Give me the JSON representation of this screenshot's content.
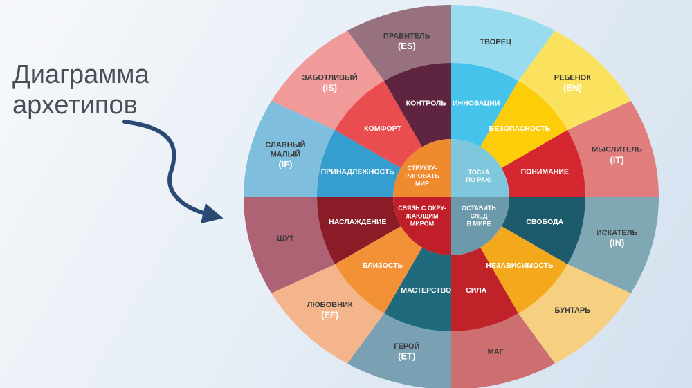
{
  "title": {
    "line1": "Диаграмма",
    "line2": "архетипов"
  },
  "wheel": {
    "center": {
      "top_left": [
        "СТРУКТУ-",
        "РИРОВАТЬ",
        "МИР"
      ],
      "top_right": [
        "ТОСКА",
        "ПО РАЮ"
      ],
      "bottom_left": [
        "СВЯЗЬ С ОКРУ-",
        "ЖАЮЩИМ",
        "МИРОМ"
      ],
      "bottom_right": [
        "ОСТАВИТЬ",
        "СЛЕД",
        "В МИРЕ"
      ]
    },
    "middle": [
      "ИННОВАЦИИ",
      "БЕЗОПАСНОСТЬ",
      "ПОНИМАНИЕ",
      "СВОБОДА",
      "НЕЗАВИСИМОСТЬ",
      "СИЛА",
      "МАСТЕРСТВО",
      "БЛИЗОСТЬ",
      "НАСЛАЖДЕНИЕ",
      "ПРИНАДЛЕЖНОСТЬ",
      "КОМФОРТ",
      "КОНТРОЛЬ"
    ],
    "outer": [
      {
        "lines": [
          "ТВОРЕЦ"
        ]
      },
      {
        "lines": [
          "РЕБЕНОК"
        ],
        "code": "(EN)"
      },
      {
        "lines": [
          "МЫСЛИТЕЛЬ"
        ],
        "code": "(IT)"
      },
      {
        "lines": [
          "ИСКАТЕЛЬ"
        ],
        "code": "(IN)"
      },
      {
        "lines": [
          "БУНТАРЬ"
        ]
      },
      {
        "lines": [
          "МАГ"
        ]
      },
      {
        "lines": [
          "ГЕРОЙ"
        ],
        "code": "(ET)"
      },
      {
        "lines": [
          "ЛЮБОВНИК"
        ],
        "code": "(EF)"
      },
      {
        "lines": [
          "ШУТ"
        ]
      },
      {
        "lines": [
          "СЛАВНЫЙ",
          "МАЛЫЙ"
        ],
        "code": "(IF)"
      },
      {
        "lines": [
          "ЗАБОТЛИВЫЙ"
        ],
        "code": "(IS)"
      },
      {
        "lines": [
          "ПРАВИТЕЛЬ"
        ],
        "code": "(ES)"
      }
    ]
  },
  "colors": {
    "outer": [
      "#99dcef",
      "#fbe25e",
      "#e07e7e",
      "#7fa7b4",
      "#f7cf80",
      "#cd6f71",
      "#7aa0b4",
      "#f5b58c",
      "#ad6373",
      "#7fbedc",
      "#f19a9a",
      "#98717e"
    ],
    "middle": [
      "#45c3ea",
      "#fdcd0a",
      "#d4272f",
      "#1d5a6b",
      "#f4a91d",
      "#c0222a",
      "#1f6a7c",
      "#f39137",
      "#8a1c28",
      "#359ecf",
      "#e94d4f",
      "#5e2440"
    ],
    "center": {
      "top_left": "#f08a2e",
      "top_right": "#7ec7dc",
      "bottom_left": "#c01f2a",
      "bottom_right": "#6d9aab"
    },
    "outer_text": "#3a3a3a",
    "code_text": "#ffffff",
    "inner_text": "#ffffff",
    "arrow": "#2b4a73",
    "title_text": "#4a4f57"
  }
}
